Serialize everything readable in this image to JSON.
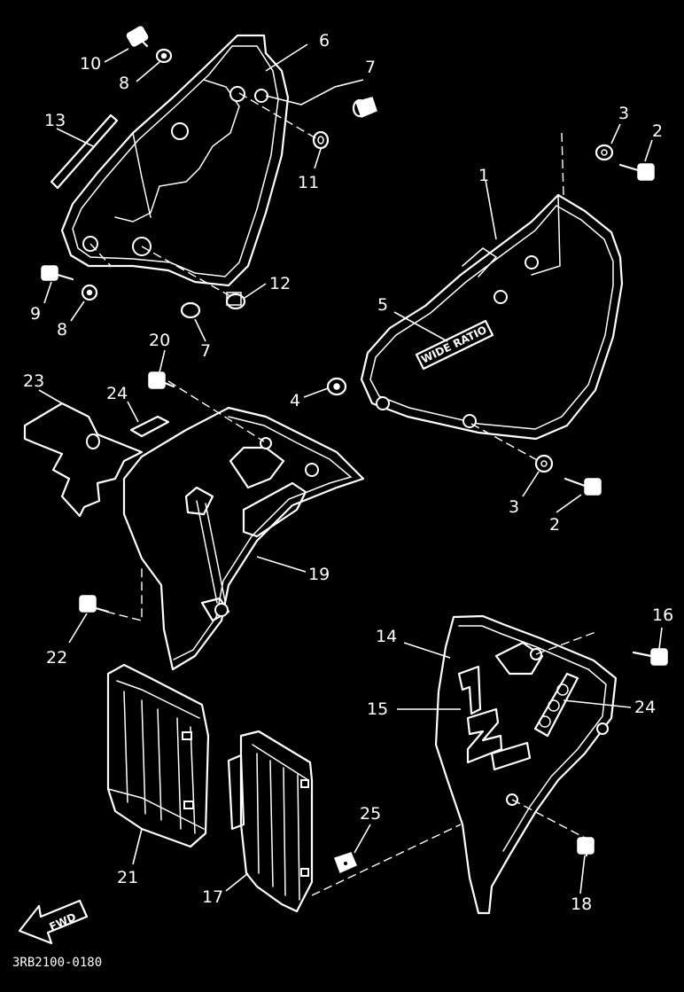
{
  "diagram": {
    "callouts": {
      "c1": "1",
      "c2a": "2",
      "c2b": "2",
      "c3a": "3",
      "c3b": "3",
      "c4": "4",
      "c5": "5",
      "c6": "6",
      "c7a": "7",
      "c7b": "7",
      "c8a": "8",
      "c8b": "8",
      "c9": "9",
      "c10": "10",
      "c11": "11",
      "c12": "12",
      "c13": "13",
      "c14": "14",
      "c15": "15",
      "c16": "16",
      "c17": "17",
      "c18": "18",
      "c19": "19",
      "c20": "20",
      "c21": "21",
      "c22": "22",
      "c23": "23",
      "c24a": "24",
      "c24b": "24",
      "c25": "25"
    },
    "fwd_label": "FWD",
    "emblem_text": "WIDE RATIO",
    "drawing_code": "3RB2100-0180"
  }
}
